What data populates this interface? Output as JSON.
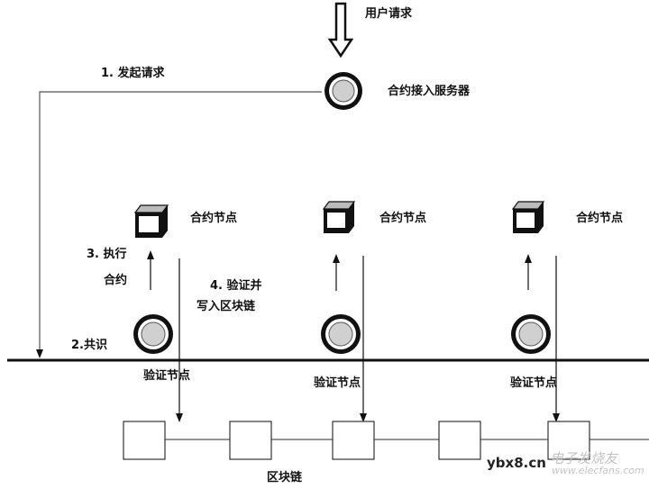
{
  "labels": {
    "user_request": "用户请求",
    "step1": "1.   发起请求",
    "contract_server": "合约接入服务器",
    "contract_node_1": "合约节点",
    "contract_node_2": "合约节点",
    "contract_node_3": "合约节点",
    "step3_line1": "3. 执行",
    "step3_line2": "合约",
    "step4_line1": "4. 验证并",
    "step4_line2": "写入区块链",
    "step2": "2.共识",
    "verify_node_1": "验证节点",
    "verify_node_2": "验证节点",
    "verify_node_3": "验证节点",
    "blockchain": "区块链"
  },
  "watermark": {
    "site": "ybx8.cn",
    "brand": "电子发烧友",
    "url": "www.elecfans.com"
  }
}
